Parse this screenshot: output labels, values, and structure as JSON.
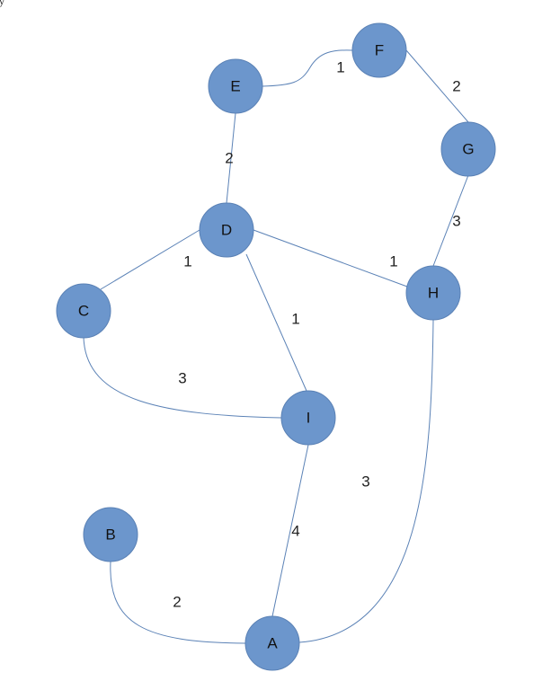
{
  "header": {
    "corner_text": "y"
  },
  "nodes": [
    {
      "id": "E",
      "label": "E"
    },
    {
      "id": "F",
      "label": "F"
    },
    {
      "id": "G",
      "label": "G"
    },
    {
      "id": "D",
      "label": "D"
    },
    {
      "id": "H",
      "label": "H"
    },
    {
      "id": "C",
      "label": "C"
    },
    {
      "id": "I",
      "label": "I"
    },
    {
      "id": "B",
      "label": "B"
    },
    {
      "id": "A",
      "label": "A"
    }
  ],
  "edges": [
    {
      "from": "E",
      "to": "F",
      "weight": "1"
    },
    {
      "from": "F",
      "to": "G",
      "weight": "2"
    },
    {
      "from": "E",
      "to": "D",
      "weight": "2"
    },
    {
      "from": "G",
      "to": "H",
      "weight": "3"
    },
    {
      "from": "D",
      "to": "C",
      "weight": "1"
    },
    {
      "from": "D",
      "to": "H",
      "weight": "1"
    },
    {
      "from": "D",
      "to": "I",
      "weight": "1"
    },
    {
      "from": "C",
      "to": "I",
      "weight": "3"
    },
    {
      "from": "H",
      "to": "A",
      "weight": "3"
    },
    {
      "from": "I",
      "to": "A",
      "weight": "4"
    },
    {
      "from": "B",
      "to": "A",
      "weight": "2"
    }
  ],
  "colors": {
    "node_fill": "#6c96cc",
    "node_stroke": "#5a81b5",
    "edge_stroke": "#5b82b6"
  }
}
